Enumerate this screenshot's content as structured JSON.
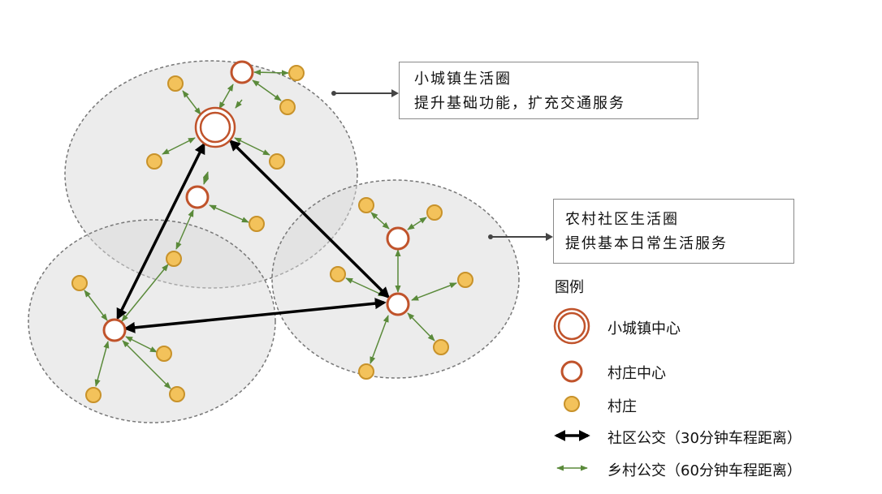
{
  "callouts": {
    "town": {
      "line1": "小城镇生活圈",
      "line2": "提升基础功能，扩充交通服务"
    },
    "village": {
      "line1": "农村社区生活圈",
      "line2": "提供基本日常生活服务"
    }
  },
  "legend": {
    "title": "图例",
    "items": [
      {
        "key": "town_center",
        "label": "小城镇中心"
      },
      {
        "key": "village_center",
        "label": "村庄中心"
      },
      {
        "key": "village",
        "label": "村庄"
      },
      {
        "key": "community_bus",
        "label": "社区公交（30分钟车程距离）"
      },
      {
        "key": "rural_bus",
        "label": "乡村公交（60分钟车程距离）"
      }
    ]
  },
  "colors": {
    "center_ring": "#c0532b",
    "village_fill": "#f3c25b",
    "village_stroke": "#c8922a",
    "green_arrow": "#5a8a3a",
    "black_arrow": "#000000",
    "circle_fill": "#d9d9d9",
    "circle_stroke": "#777777"
  }
}
